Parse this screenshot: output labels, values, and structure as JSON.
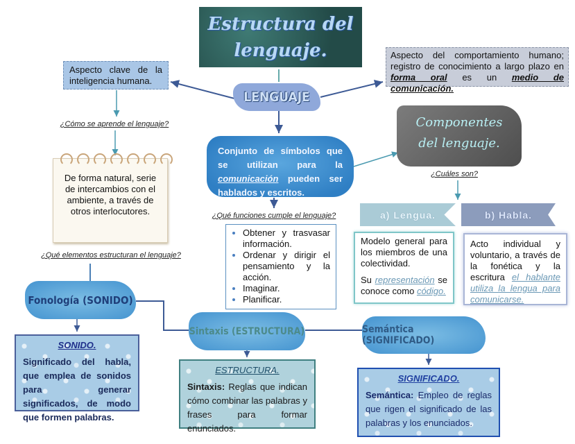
{
  "title": "Estructura del lenguaje.",
  "center": "LENGUAJE",
  "left_box": "Aspecto clave de la inteligencia humana.",
  "right_box": {
    "text1": "Aspecto del comportamiento humano; registro de conocimiento a largo plazo en ",
    "em1": "forma oral",
    "text2": " es un ",
    "em2": "medio de comunicación."
  },
  "q_aprende": "¿Cómo se aprende el lenguaje?",
  "notepad": "De forma natural, serie de intercambios con el ambiente, a través de otros interlocutores.",
  "definition": {
    "text1": "Conjunto de símbolos que se utilizan para la ",
    "em": "comunicación",
    "text2": " pueden ser hablados y escritos."
  },
  "q_funciones": "¿Qué funciones cumple el lenguaje?",
  "funciones": [
    "Obtener y trasvasar información.",
    "Ordenar y dirigir el pensamiento y la acción.",
    "Imaginar.",
    "Planificar."
  ],
  "componentes": {
    "title_line1": "Componentes",
    "title_line2": "del lenguaje.",
    "question": "¿Cuáles son?"
  },
  "lengua": {
    "label": "a) Lengua.",
    "text": "Modelo general para los miembros de una colectividad.",
    "su": "Su ",
    "rep": "representación",
    "se": " se conoce como ",
    "codigo": "código."
  },
  "habla": {
    "label": "b) Habla.",
    "text": "Acto individual y voluntario, a través de la fonética y la escritura ",
    "link": "el hablante utiliza la lengua para comunicarse."
  },
  "q_elementos": "¿Qué elementos estructuran el lenguaje?",
  "fonologia": {
    "label": "Fonología (SONIDO)",
    "heading": "SONIDO.",
    "text": "Significado del habla, que emplea de sonidos para generar significados, de modo que formen palabras."
  },
  "sintaxis": {
    "label": "Sintaxis (ESTRUCTURA)",
    "heading": "ESTRUCTURA.",
    "term": "Sintaxis:",
    "text": " Reglas que indican cómo combinar las palabras y frases para formar enunciados."
  },
  "semantica": {
    "label": "Semántica (SIGNIFICADO)",
    "heading": "SIGNIFICADO.",
    "term": "Semántica:",
    "text": " Empleo de reglas que rigen el significado de las palabras y los enunciados."
  }
}
